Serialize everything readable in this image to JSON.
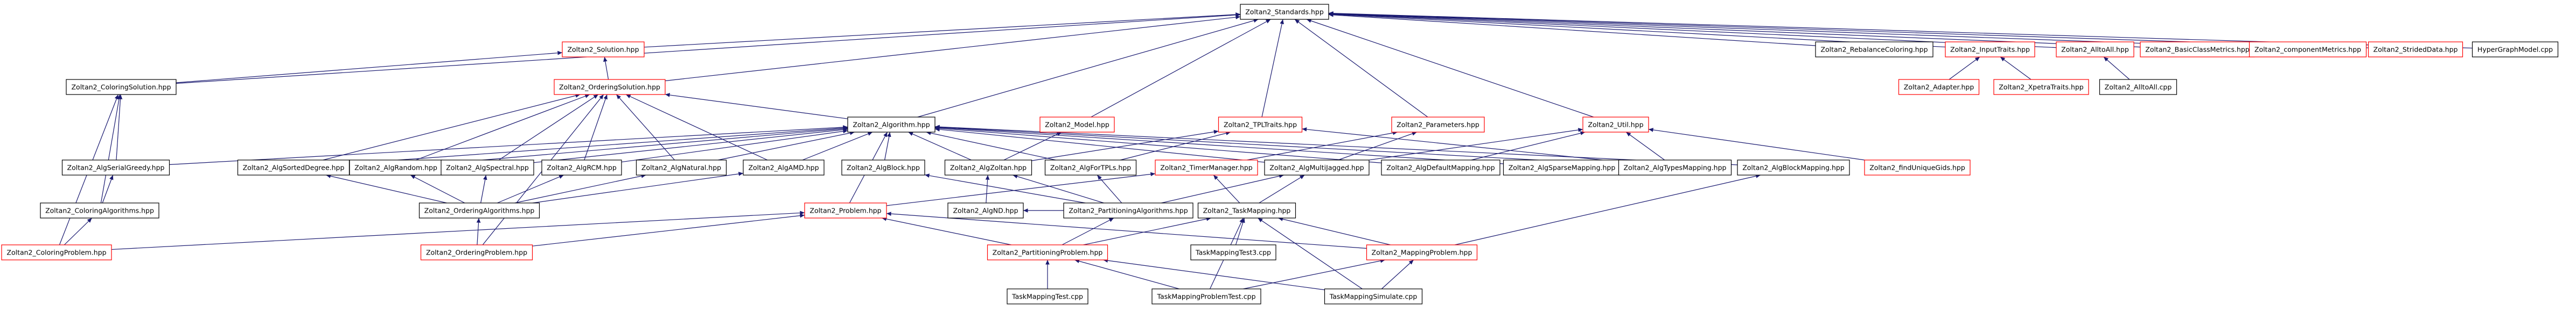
{
  "colors": {
    "edge": "#191970",
    "node_border_documented": "#000000",
    "node_border_undocumented": "#ff0000",
    "root_fill": "#bfbfbf",
    "node_fill": "#ffffff"
  },
  "nodes": [
    {
      "id": "n0",
      "label": "Zoltan2_Standards.hpp",
      "border": "black",
      "root": true
    },
    {
      "id": "n1",
      "label": "Zoltan2_Solution.hpp",
      "border": "red"
    },
    {
      "id": "n2",
      "label": "Zoltan2_ColoringSolution.hpp",
      "border": "black"
    },
    {
      "id": "n3",
      "label": "Zoltan2_OrderingSolution.hpp",
      "border": "red"
    },
    {
      "id": "n4",
      "label": "Zoltan2_Algorithm.hpp",
      "border": "black"
    },
    {
      "id": "n5",
      "label": "Zoltan2_Model.hpp",
      "border": "red"
    },
    {
      "id": "n6",
      "label": "Zoltan2_TPLTraits.hpp",
      "border": "red"
    },
    {
      "id": "n7",
      "label": "Zoltan2_Parameters.hpp",
      "border": "red"
    },
    {
      "id": "n8",
      "label": "Zoltan2_Util.hpp",
      "border": "red"
    },
    {
      "id": "n9",
      "label": "Zoltan2_RebalanceColoring.hpp",
      "border": "black"
    },
    {
      "id": "n10",
      "label": "Zoltan2_InputTraits.hpp",
      "border": "red"
    },
    {
      "id": "n11",
      "label": "Zoltan2_AlltoAll.hpp",
      "border": "red"
    },
    {
      "id": "n12",
      "label": "Zoltan2_BasicClassMetrics.hpp",
      "border": "red"
    },
    {
      "id": "n13",
      "label": "Zoltan2_componentMetrics.hpp",
      "border": "red"
    },
    {
      "id": "n14",
      "label": "Zoltan2_StridedData.hpp",
      "border": "red"
    },
    {
      "id": "n15",
      "label": "HyperGraphModel.cpp",
      "border": "black"
    },
    {
      "id": "n16",
      "label": "Zoltan2_Adapter.hpp",
      "border": "red"
    },
    {
      "id": "n17",
      "label": "Zoltan2_XpetraTraits.hpp",
      "border": "red"
    },
    {
      "id": "n18",
      "label": "Zoltan2_AlltoAll.cpp",
      "border": "black"
    },
    {
      "id": "n19",
      "label": "Zoltan2_AlgSerialGreedy.hpp",
      "border": "black"
    },
    {
      "id": "n20",
      "label": "Zoltan2_AlgSortedDegree.hpp",
      "border": "black"
    },
    {
      "id": "n21",
      "label": "Zoltan2_AlgRandom.hpp",
      "border": "black"
    },
    {
      "id": "n22",
      "label": "Zoltan2_AlgSpectral.hpp",
      "border": "black"
    },
    {
      "id": "n23",
      "label": "Zoltan2_AlgRCM.hpp",
      "border": "black"
    },
    {
      "id": "n24",
      "label": "Zoltan2_AlgNatural.hpp",
      "border": "black"
    },
    {
      "id": "n25",
      "label": "Zoltan2_AlgAMD.hpp",
      "border": "black"
    },
    {
      "id": "n26",
      "label": "Zoltan2_AlgBlock.hpp",
      "border": "black"
    },
    {
      "id": "n27",
      "label": "Zoltan2_AlgZoltan.hpp",
      "border": "black"
    },
    {
      "id": "n28",
      "label": "Zoltan2_AlgForTPLs.hpp",
      "border": "black"
    },
    {
      "id": "n29",
      "label": "Zoltan2_TimerManager.hpp",
      "border": "red"
    },
    {
      "id": "n30",
      "label": "Zoltan2_AlgMultiJagged.hpp",
      "border": "black"
    },
    {
      "id": "n31",
      "label": "Zoltan2_AlgDefaultMapping.hpp",
      "border": "black"
    },
    {
      "id": "n32",
      "label": "Zoltan2_AlgSparseMapping.hpp",
      "border": "black"
    },
    {
      "id": "n33",
      "label": "Zoltan2_AlgTypesMapping.hpp",
      "border": "black"
    },
    {
      "id": "n34",
      "label": "Zoltan2_AlgBlockMapping.hpp",
      "border": "black"
    },
    {
      "id": "n35",
      "label": "Zoltan2_findUniqueGids.hpp",
      "border": "red"
    },
    {
      "id": "n36",
      "label": "Zoltan2_ColoringAlgorithms.hpp",
      "border": "black"
    },
    {
      "id": "n37",
      "label": "Zoltan2_OrderingAlgorithms.hpp",
      "border": "black"
    },
    {
      "id": "n38",
      "label": "Zoltan2_Problem.hpp",
      "border": "red"
    },
    {
      "id": "n39",
      "label": "Zoltan2_AlgND.hpp",
      "border": "black"
    },
    {
      "id": "n40",
      "label": "Zoltan2_PartitioningAlgorithms.hpp",
      "border": "black"
    },
    {
      "id": "n41",
      "label": "Zoltan2_TaskMapping.hpp",
      "border": "black"
    },
    {
      "id": "n42",
      "label": "Zoltan2_ColoringProblem.hpp",
      "border": "red"
    },
    {
      "id": "n43",
      "label": "Zoltan2_OrderingProblem.hpp",
      "border": "red"
    },
    {
      "id": "n44",
      "label": "Zoltan2_PartitioningProblem.hpp",
      "border": "red"
    },
    {
      "id": "n45",
      "label": "TaskMappingTest3.cpp",
      "border": "black"
    },
    {
      "id": "n46",
      "label": "Zoltan2_MappingProblem.hpp",
      "border": "red"
    },
    {
      "id": "n47",
      "label": "TaskMappingTest.cpp",
      "border": "black"
    },
    {
      "id": "n48",
      "label": "TaskMappingProblemTest.cpp",
      "border": "black"
    },
    {
      "id": "n49",
      "label": "TaskMappingSimulate.cpp",
      "border": "black"
    }
  ],
  "edges": [
    [
      "n1",
      "n0"
    ],
    [
      "n2",
      "n0"
    ],
    [
      "n3",
      "n0"
    ],
    [
      "n4",
      "n0"
    ],
    [
      "n5",
      "n0"
    ],
    [
      "n6",
      "n0"
    ],
    [
      "n7",
      "n0"
    ],
    [
      "n8",
      "n0"
    ],
    [
      "n9",
      "n0"
    ],
    [
      "n10",
      "n0"
    ],
    [
      "n11",
      "n0"
    ],
    [
      "n12",
      "n0"
    ],
    [
      "n13",
      "n0"
    ],
    [
      "n14",
      "n0"
    ],
    [
      "n15",
      "n0"
    ],
    [
      "n2",
      "n1"
    ],
    [
      "n3",
      "n1"
    ],
    [
      "n16",
      "n10"
    ],
    [
      "n17",
      "n10"
    ],
    [
      "n18",
      "n11"
    ],
    [
      "n19",
      "n2"
    ],
    [
      "n36",
      "n2"
    ],
    [
      "n42",
      "n2"
    ],
    [
      "n4",
      "n3"
    ],
    [
      "n20",
      "n3"
    ],
    [
      "n21",
      "n3"
    ],
    [
      "n22",
      "n3"
    ],
    [
      "n23",
      "n3"
    ],
    [
      "n24",
      "n3"
    ],
    [
      "n25",
      "n3"
    ],
    [
      "n43",
      "n3"
    ],
    [
      "n19",
      "n4"
    ],
    [
      "n20",
      "n4"
    ],
    [
      "n21",
      "n4"
    ],
    [
      "n22",
      "n4"
    ],
    [
      "n23",
      "n4"
    ],
    [
      "n24",
      "n4"
    ],
    [
      "n25",
      "n4"
    ],
    [
      "n26",
      "n4"
    ],
    [
      "n27",
      "n4"
    ],
    [
      "n28",
      "n4"
    ],
    [
      "n30",
      "n4"
    ],
    [
      "n31",
      "n4"
    ],
    [
      "n32",
      "n4"
    ],
    [
      "n33",
      "n4"
    ],
    [
      "n34",
      "n4"
    ],
    [
      "n38",
      "n4"
    ],
    [
      "n27",
      "n5"
    ],
    [
      "n27",
      "n6"
    ],
    [
      "n28",
      "n6"
    ],
    [
      "n33",
      "n6"
    ],
    [
      "n30",
      "n7"
    ],
    [
      "n29",
      "n7"
    ],
    [
      "n30",
      "n8"
    ],
    [
      "n31",
      "n8"
    ],
    [
      "n33",
      "n8"
    ],
    [
      "n35",
      "n8"
    ],
    [
      "n36",
      "n19"
    ],
    [
      "n37",
      "n20"
    ],
    [
      "n37",
      "n21"
    ],
    [
      "n37",
      "n22"
    ],
    [
      "n37",
      "n23"
    ],
    [
      "n37",
      "n24"
    ],
    [
      "n37",
      "n25"
    ],
    [
      "n40",
      "n26"
    ],
    [
      "n39",
      "n27"
    ],
    [
      "n40",
      "n27"
    ],
    [
      "n40",
      "n28"
    ],
    [
      "n40",
      "n30"
    ],
    [
      "n41",
      "n30"
    ],
    [
      "n38",
      "n29"
    ],
    [
      "n41",
      "n29"
    ],
    [
      "n46",
      "n34"
    ],
    [
      "n42",
      "n36"
    ],
    [
      "n43",
      "n37"
    ],
    [
      "n40",
      "n39"
    ],
    [
      "n42",
      "n38"
    ],
    [
      "n43",
      "n38"
    ],
    [
      "n44",
      "n38"
    ],
    [
      "n46",
      "n38"
    ],
    [
      "n44",
      "n40"
    ],
    [
      "n44",
      "n41"
    ],
    [
      "n45",
      "n41"
    ],
    [
      "n46",
      "n41"
    ],
    [
      "n48",
      "n41"
    ],
    [
      "n49",
      "n41"
    ],
    [
      "n47",
      "n44"
    ],
    [
      "n48",
      "n44"
    ],
    [
      "n49",
      "n44"
    ],
    [
      "n48",
      "n46"
    ],
    [
      "n49",
      "n46"
    ]
  ]
}
